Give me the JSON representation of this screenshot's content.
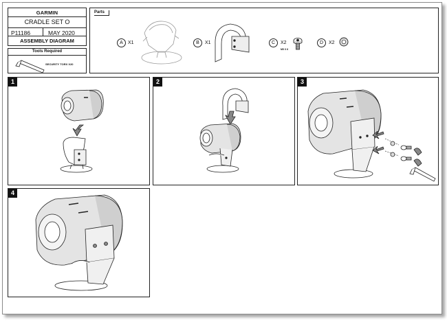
{
  "title_block": {
    "brand": "GARMIN",
    "title": "CRADLE SET O",
    "part_number": "P11186",
    "date": "MAY 2020",
    "document_type": "ASSEMBLY DIAGRAM",
    "tools_label": "Tools Required",
    "tool_name": "SECURITY TORX X20"
  },
  "parts": {
    "label": "Parts",
    "items": [
      {
        "letter": "A",
        "qty": "X1",
        "icon": "cradle-part-icon"
      },
      {
        "letter": "B",
        "qty": "X1",
        "icon": "clamp-part-icon"
      },
      {
        "letter": "C",
        "qty": "X2",
        "sub": "M5 X 6",
        "icon": "screw-part-icon"
      },
      {
        "letter": "D",
        "qty": "X2",
        "icon": "washer-part-icon"
      }
    ]
  },
  "steps": [
    {
      "number": "1"
    },
    {
      "number": "2"
    },
    {
      "number": "3"
    },
    {
      "number": "4"
    }
  ]
}
